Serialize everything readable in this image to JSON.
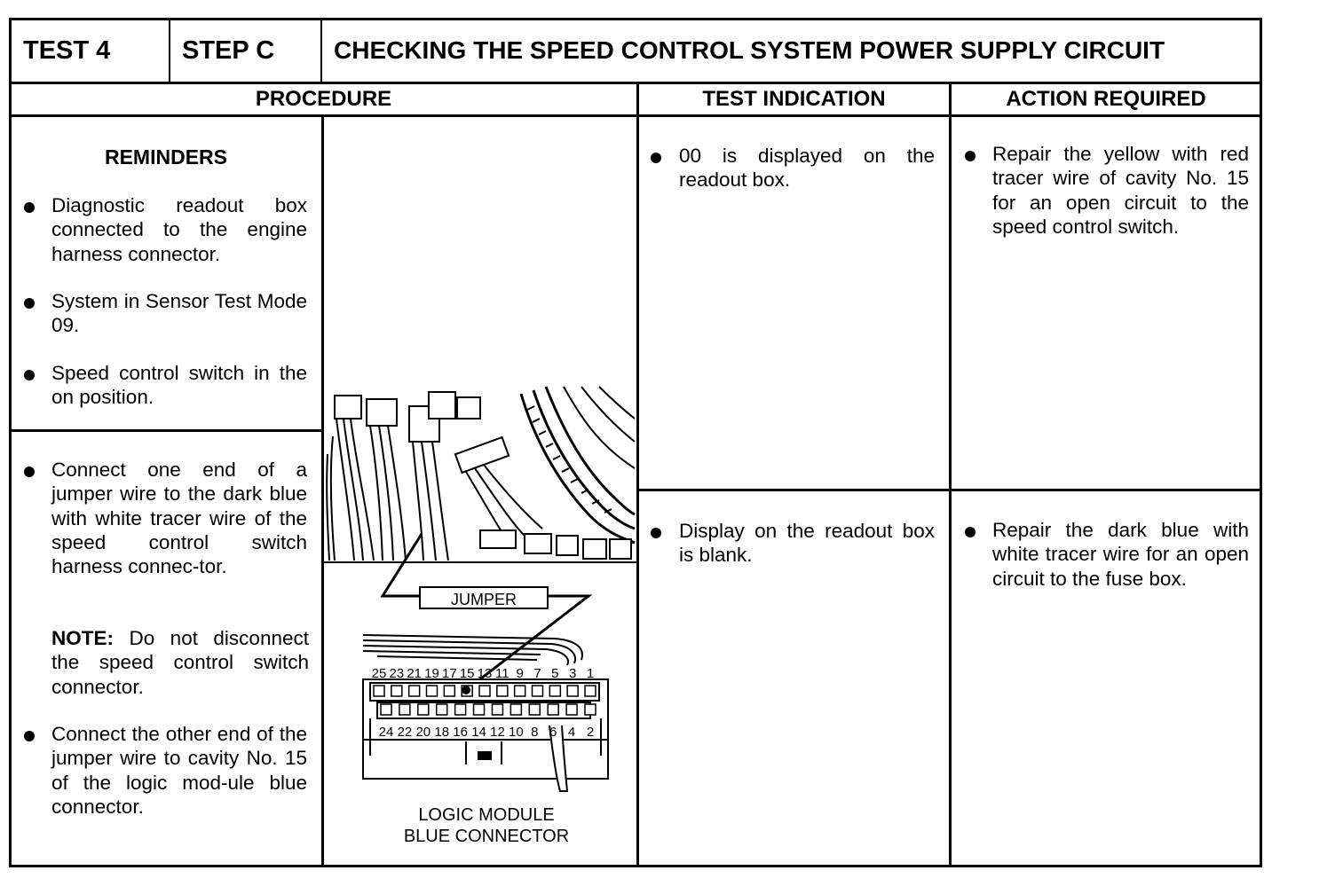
{
  "header": {
    "test": "TEST 4",
    "step": "STEP C",
    "title": "CHECKING THE SPEED CONTROL SYSTEM POWER SUPPLY CIRCUIT"
  },
  "columns": {
    "procedure": "PROCEDURE",
    "indication": "TEST INDICATION",
    "action": "ACTION REQUIRED"
  },
  "reminders": {
    "title": "REMINDERS",
    "items": [
      "Diagnostic readout box connected to the engine harness connector.",
      "System in Sensor Test Mode 09.",
      "Speed control switch in the on position."
    ]
  },
  "procedure": {
    "step1": "Connect one end of a jumper wire to the dark blue with white tracer wire of the speed control switch harness connec-tor.",
    "note_label": "NOTE:",
    "note_text": " Do not disconnect the speed control switch connector.",
    "step2": "Connect the other end of the jumper wire to cavity No. 15 of the logic mod-ule blue connector."
  },
  "diagram": {
    "jumper_label": "JUMPER",
    "caption_line1": "LOGIC MODULE",
    "caption_line2": "BLUE CONNECTOR",
    "top_pins": [
      "25",
      "23",
      "21",
      "19",
      "17",
      "15",
      "13",
      "11",
      "9",
      "7",
      "5",
      "3",
      "1"
    ],
    "bottom_pins": [
      "24",
      "22",
      "20",
      "18",
      "16",
      "14",
      "12",
      "10",
      "8",
      "6",
      "4",
      "2"
    ]
  },
  "results": [
    {
      "indication": "00 is displayed on the readout box.",
      "action": "Repair the yellow with red tracer wire of cavity No. 15 for an open circuit to the speed control switch."
    },
    {
      "indication": "Display on the readout box is blank.",
      "action": "Repair the dark blue with white tracer wire for an open circuit to the fuse box."
    }
  ]
}
